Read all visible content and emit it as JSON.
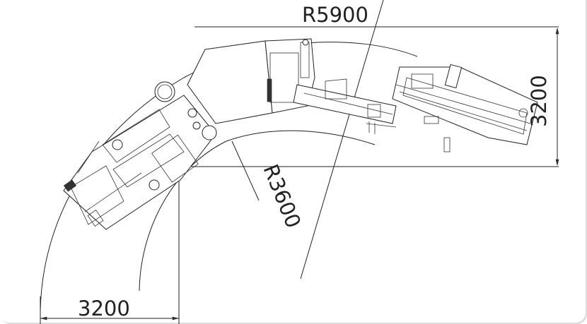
{
  "drawing": {
    "outer_radius_label": "R5900",
    "inner_radius_label": "R3600",
    "height_dimension_label": "3200",
    "width_dimension_label": "3200"
  }
}
